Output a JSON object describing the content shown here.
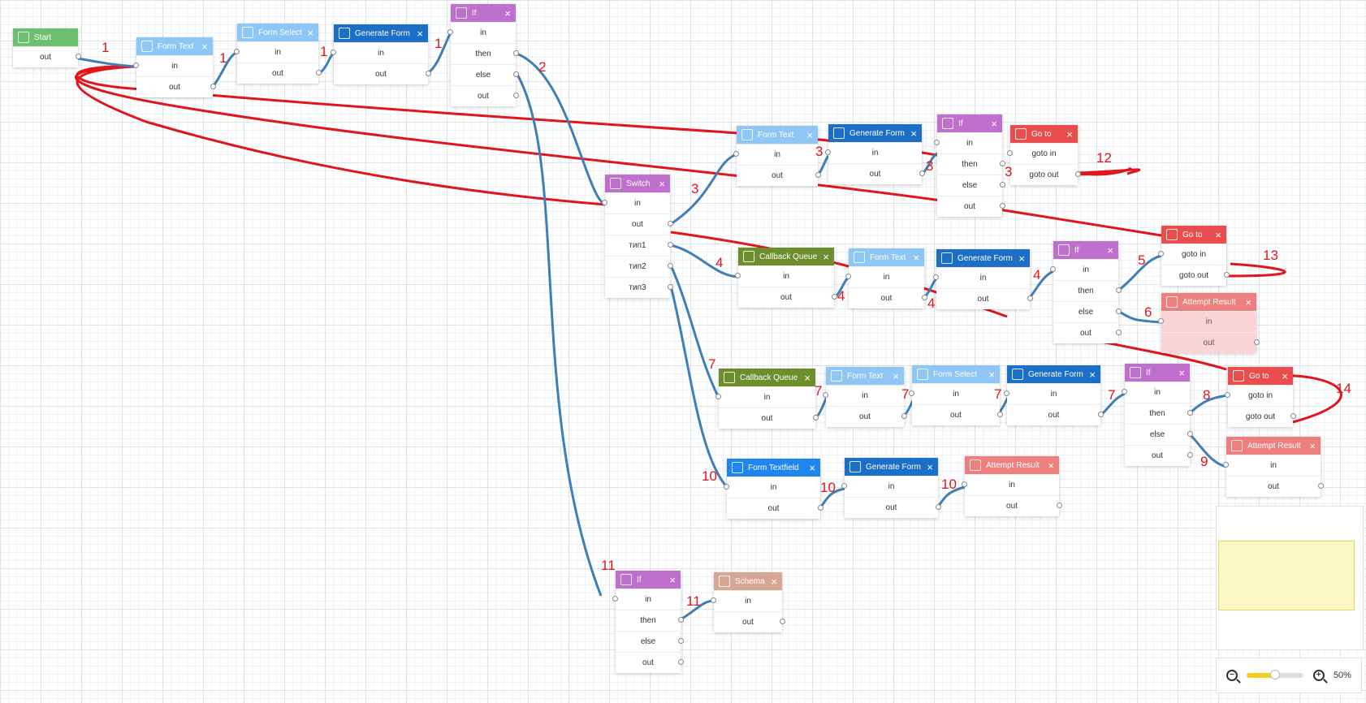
{
  "zoom": {
    "label": "50%",
    "level": 0.5,
    "minus_icon": "zoom-out-icon",
    "plus_icon": "zoom-in-icon"
  },
  "colors": {
    "wire_blue": "#3f7fb6",
    "wire_red": "#e0161c",
    "number_red": "#e0161c"
  },
  "nodes": [
    {
      "id": "n1",
      "title": "Start",
      "color": "c-green",
      "icon": "start-icon",
      "close": false,
      "ports": [
        "out"
      ]
    },
    {
      "id": "n2",
      "title": "Form Text",
      "color": "c-lb",
      "icon": "form-text-icon",
      "close": true,
      "ports": [
        "in",
        "out"
      ]
    },
    {
      "id": "n3",
      "title": "Form Select",
      "color": "c-lb",
      "icon": "form-select-icon",
      "close": true,
      "ports": [
        "in",
        "out"
      ]
    },
    {
      "id": "n4",
      "title": "Generate Form",
      "color": "c-b",
      "icon": "generate-form-icon",
      "close": true,
      "ports": [
        "in",
        "out"
      ]
    },
    {
      "id": "n5",
      "title": "If",
      "color": "c-pur",
      "icon": "if-icon",
      "close": true,
      "ports": [
        "in",
        "then",
        "else",
        "out"
      ]
    },
    {
      "id": "n6",
      "title": "Form Text",
      "color": "c-lb",
      "icon": "form-text-icon",
      "close": true,
      "ports": [
        "in",
        "out"
      ]
    },
    {
      "id": "n7",
      "title": "Generate Form",
      "color": "c-b",
      "icon": "generate-form-icon",
      "close": true,
      "ports": [
        "in",
        "out"
      ]
    },
    {
      "id": "n8",
      "title": "If",
      "color": "c-pur",
      "icon": "if-icon",
      "close": true,
      "ports": [
        "in",
        "then",
        "else",
        "out"
      ]
    },
    {
      "id": "n9",
      "title": "Go to",
      "color": "c-red",
      "icon": "goto-icon",
      "close": true,
      "ports": [
        "goto in",
        "goto out"
      ]
    },
    {
      "id": "n10",
      "title": "Switch",
      "color": "c-pur",
      "icon": "switch-icon",
      "close": true,
      "ports": [
        "in",
        "out",
        "тип1",
        "тип2",
        "тип3"
      ]
    },
    {
      "id": "n11",
      "title": "Go to",
      "color": "c-red",
      "icon": "goto-icon",
      "close": true,
      "ports": [
        "goto in",
        "goto out"
      ]
    },
    {
      "id": "n12",
      "title": "Callback Queue",
      "color": "c-olv",
      "icon": "callback-queue-icon",
      "close": true,
      "ports": [
        "in",
        "out"
      ]
    },
    {
      "id": "n13",
      "title": "Form Text",
      "color": "c-lb",
      "icon": "form-text-icon",
      "close": true,
      "ports": [
        "in",
        "out"
      ]
    },
    {
      "id": "n14",
      "title": "Generate Form",
      "color": "c-b",
      "icon": "generate-form-icon",
      "close": true,
      "ports": [
        "in",
        "out"
      ]
    },
    {
      "id": "n15",
      "title": "If",
      "color": "c-pur",
      "icon": "if-icon",
      "close": true,
      "ports": [
        "in",
        "then",
        "else",
        "out"
      ]
    },
    {
      "id": "n16",
      "title": "Attempt Result",
      "color": "c-sal",
      "icon": "attempt-result-icon",
      "close": true,
      "ports": [
        "in",
        "out"
      ],
      "faded": true
    },
    {
      "id": "n17",
      "title": "Callback Queue",
      "color": "c-olv",
      "icon": "callback-queue-icon",
      "close": true,
      "ports": [
        "in",
        "out"
      ]
    },
    {
      "id": "n18",
      "title": "Form Text",
      "color": "c-lb",
      "icon": "form-text-icon",
      "close": true,
      "ports": [
        "in",
        "out"
      ]
    },
    {
      "id": "n19",
      "title": "Form Select",
      "color": "c-lb",
      "icon": "form-select-icon",
      "close": true,
      "ports": [
        "in",
        "out"
      ]
    },
    {
      "id": "n20",
      "title": "Generate Form",
      "color": "c-b",
      "icon": "generate-form-icon",
      "close": true,
      "ports": [
        "in",
        "out"
      ]
    },
    {
      "id": "n21",
      "title": "If",
      "color": "c-pur",
      "icon": "if-icon",
      "close": true,
      "ports": [
        "in",
        "then",
        "else",
        "out"
      ]
    },
    {
      "id": "n22",
      "title": "Go to",
      "color": "c-red",
      "icon": "goto-icon",
      "close": true,
      "ports": [
        "goto in",
        "goto out"
      ]
    },
    {
      "id": "n23",
      "title": "Attempt Result",
      "color": "c-sal",
      "icon": "attempt-result-icon",
      "close": true,
      "ports": [
        "in",
        "out"
      ]
    },
    {
      "id": "n24",
      "title": "Form Textfield",
      "color": "c-fb",
      "icon": "form-textfield-icon",
      "close": true,
      "ports": [
        "in",
        "out"
      ]
    },
    {
      "id": "n25",
      "title": "Generate Form",
      "color": "c-b",
      "icon": "generate-form-icon",
      "close": true,
      "ports": [
        "in",
        "out"
      ]
    },
    {
      "id": "n26",
      "title": "Attempt Result",
      "color": "c-sal",
      "icon": "attempt-result-icon",
      "close": true,
      "ports": [
        "in",
        "out"
      ]
    },
    {
      "id": "n27",
      "title": "If",
      "color": "c-pur",
      "icon": "if-icon",
      "close": true,
      "ports": [
        "in",
        "then",
        "else",
        "out"
      ]
    },
    {
      "id": "n28",
      "title": "Schema",
      "color": "c-sch",
      "icon": "schema-icon",
      "close": true,
      "ports": [
        "in",
        "out"
      ]
    }
  ],
  "labels": [
    "1",
    "1",
    "1",
    "1",
    "1",
    "2",
    "3",
    "3",
    "3",
    "12",
    "3",
    "4",
    "4",
    "4",
    "4",
    "5",
    "13",
    "6",
    "7",
    "7",
    "7",
    "7",
    "7",
    "8",
    "14",
    "9",
    "10",
    "10",
    "10",
    "11",
    "11"
  ]
}
